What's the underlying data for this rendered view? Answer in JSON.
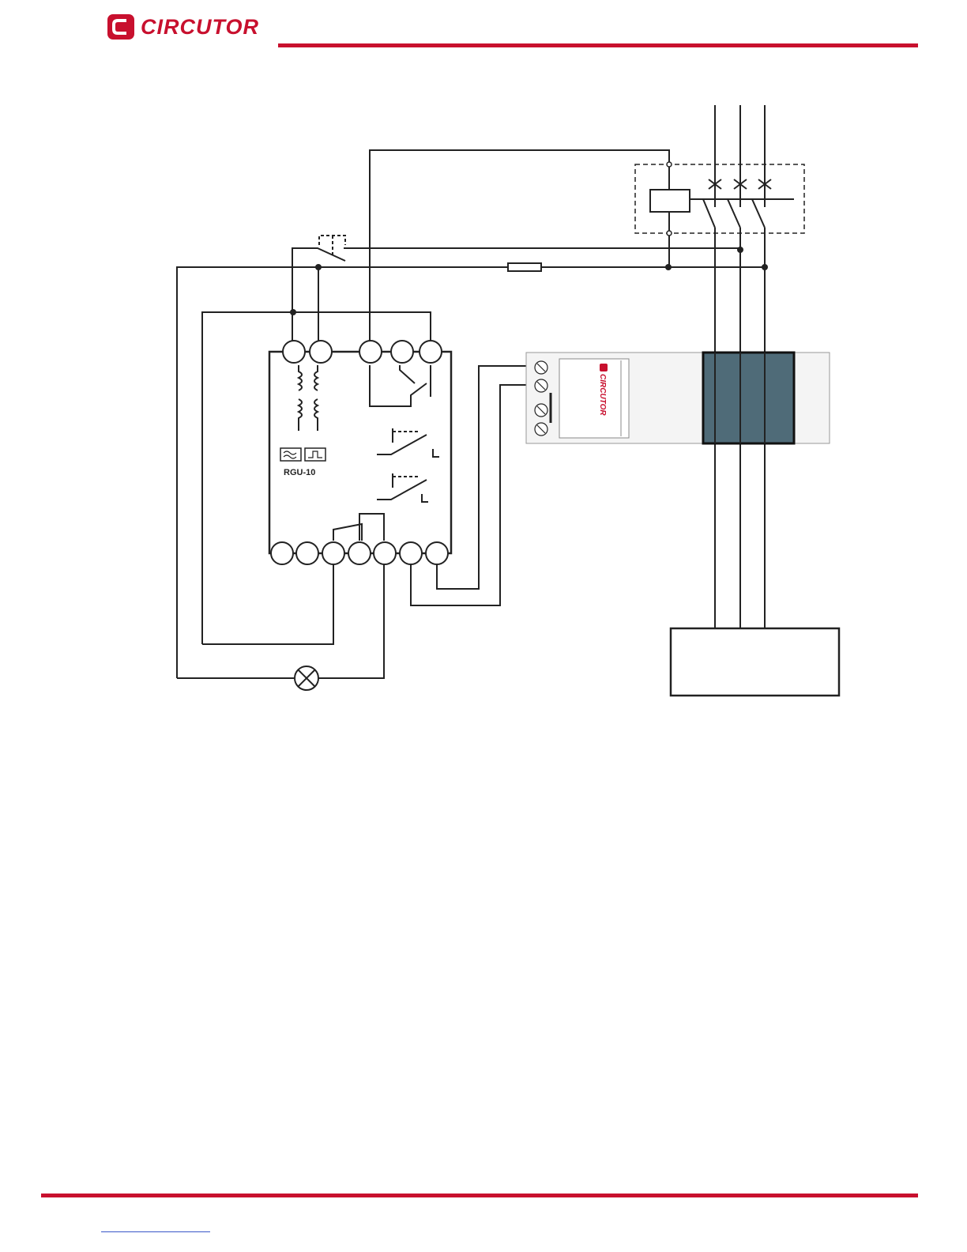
{
  "header": {
    "brand_name": "CIRCUTOR",
    "brand_color": "#c8102e",
    "logo_icon": "circutor-logo-icon"
  },
  "diagram": {
    "relay_model": "RGU-10",
    "module_brand": "CIRCUTOR",
    "wire_color": "#222222",
    "toroid_color": "#4f6b78"
  },
  "footer": {
    "rule_color": "#c8102e"
  }
}
